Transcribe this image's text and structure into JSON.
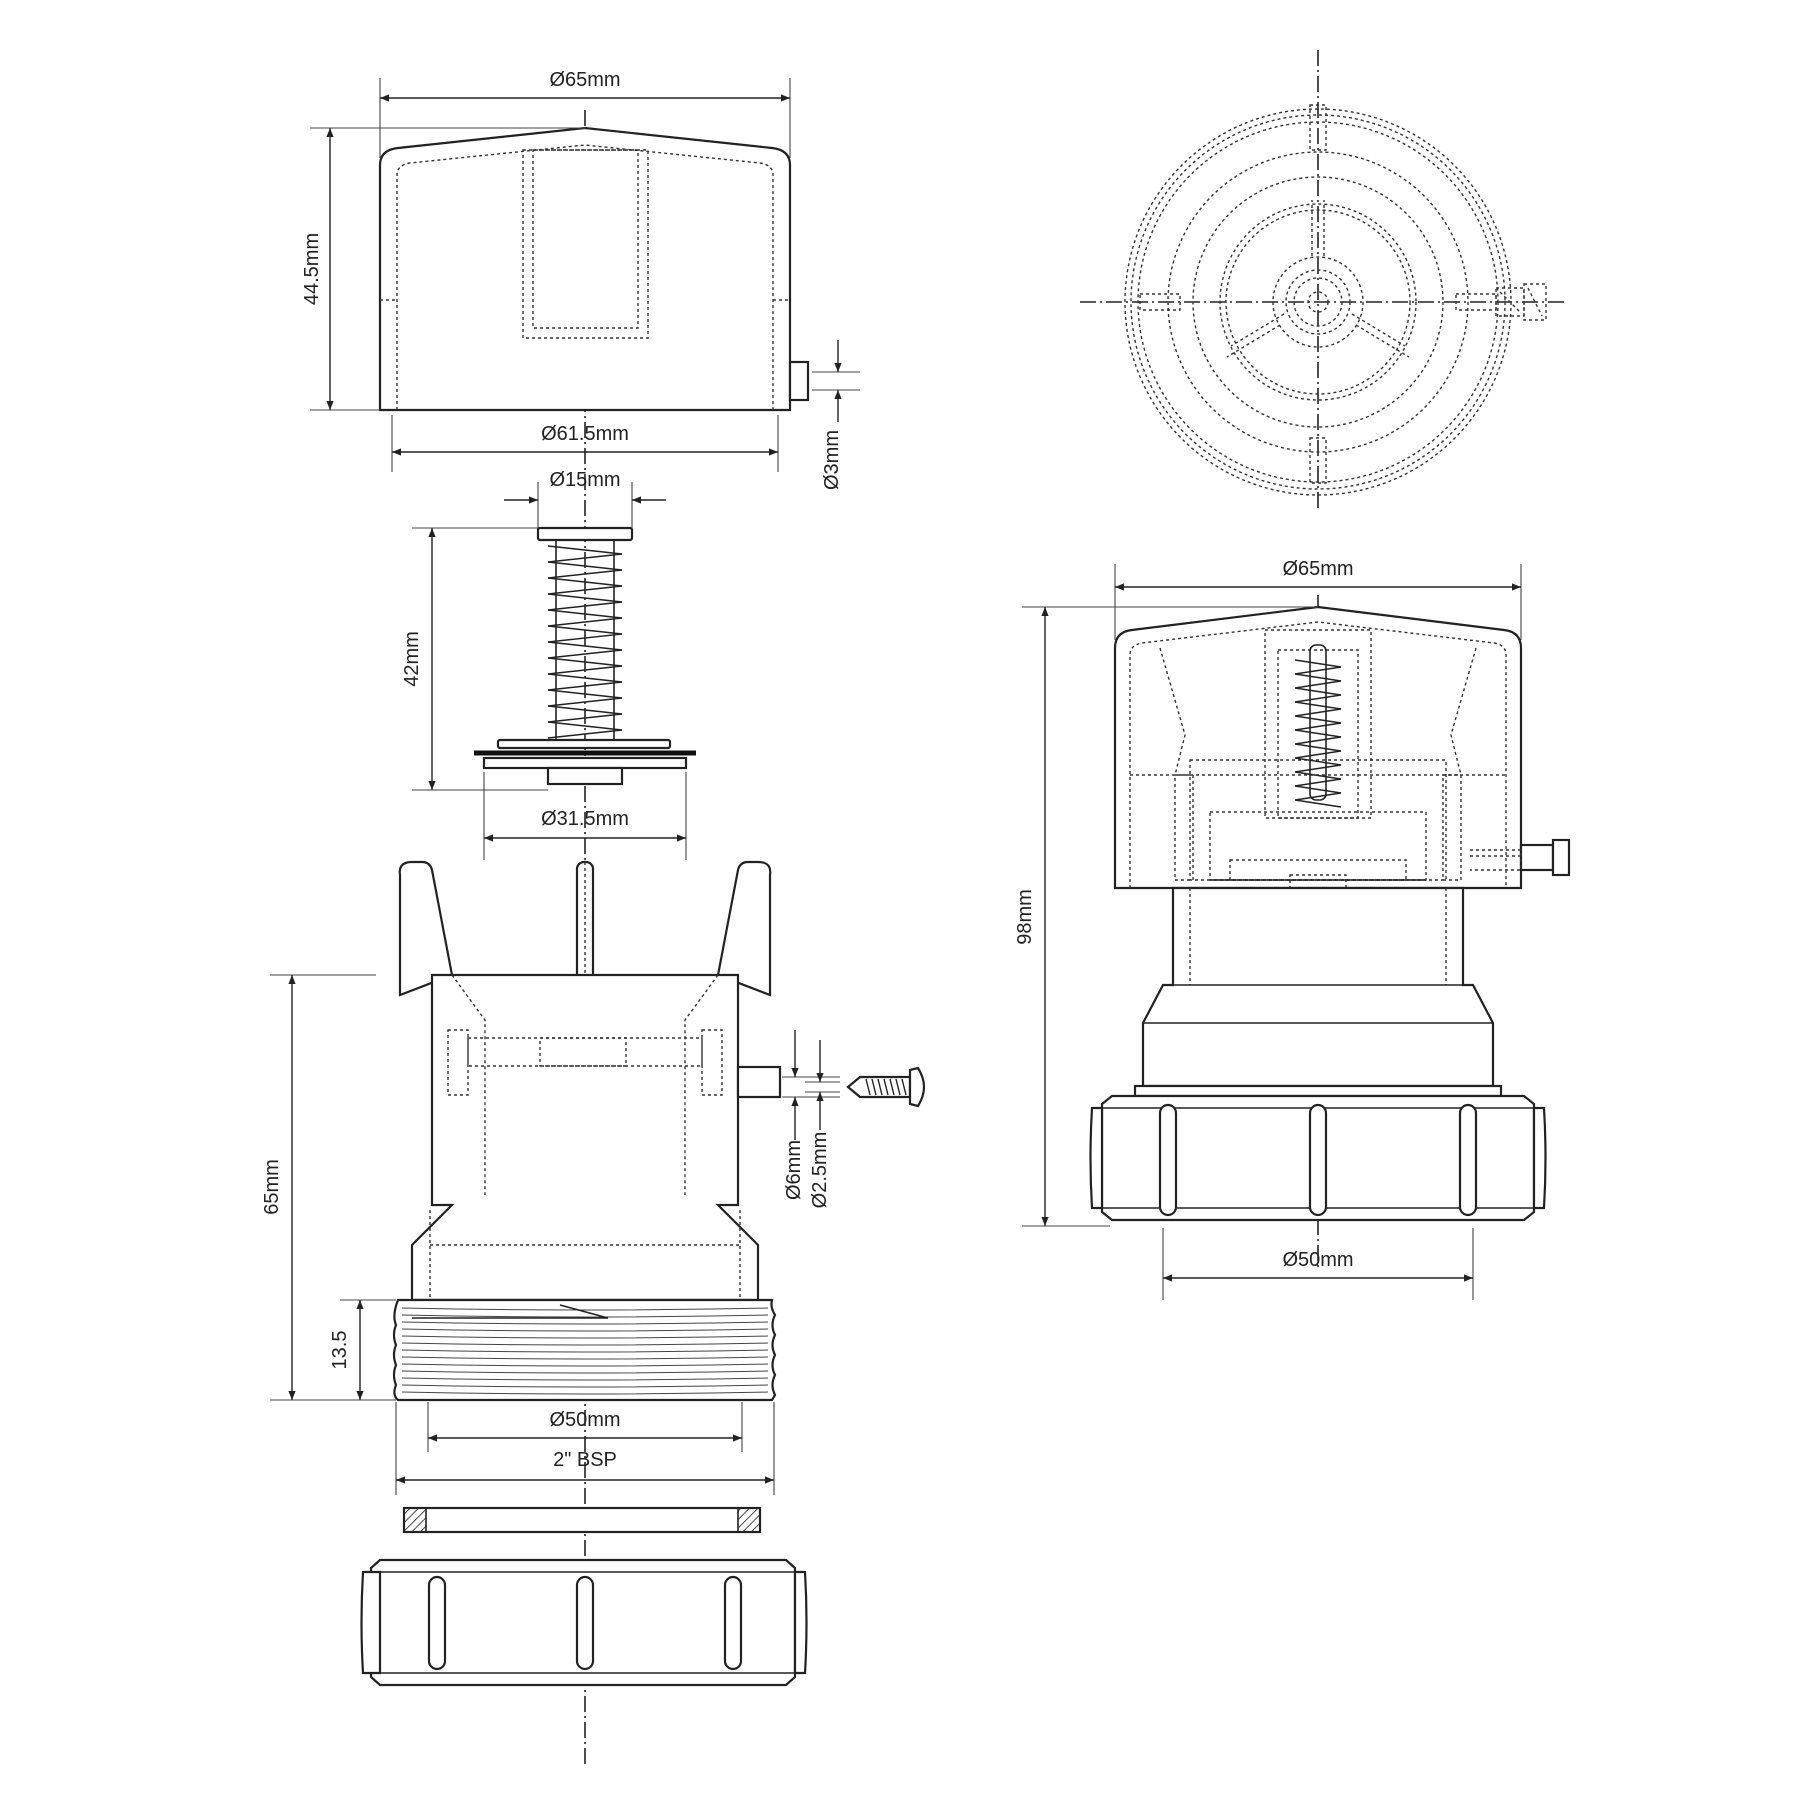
{
  "dimensions": {
    "cap_outer_diameter": "Ø65mm",
    "cap_height": "44.5mm",
    "cap_inner_diameter": "Ø61.5mm",
    "cap_screw_diameter": "Ø3mm",
    "spring_top_diameter": "Ø15mm",
    "spring_height": "42mm",
    "washer_diameter": "Ø31.5mm",
    "body_height": "65mm",
    "thread_height": "13.5",
    "body_outlet_diameter": "Ø50mm",
    "thread_size": "2\" BSP",
    "screw_hole_diameter": "Ø6mm",
    "screw_diameter": "Ø2.5mm",
    "assembly_diameter": "Ø65mm",
    "assembly_height": "98mm",
    "assembly_outlet_diameter": "Ø50mm"
  }
}
